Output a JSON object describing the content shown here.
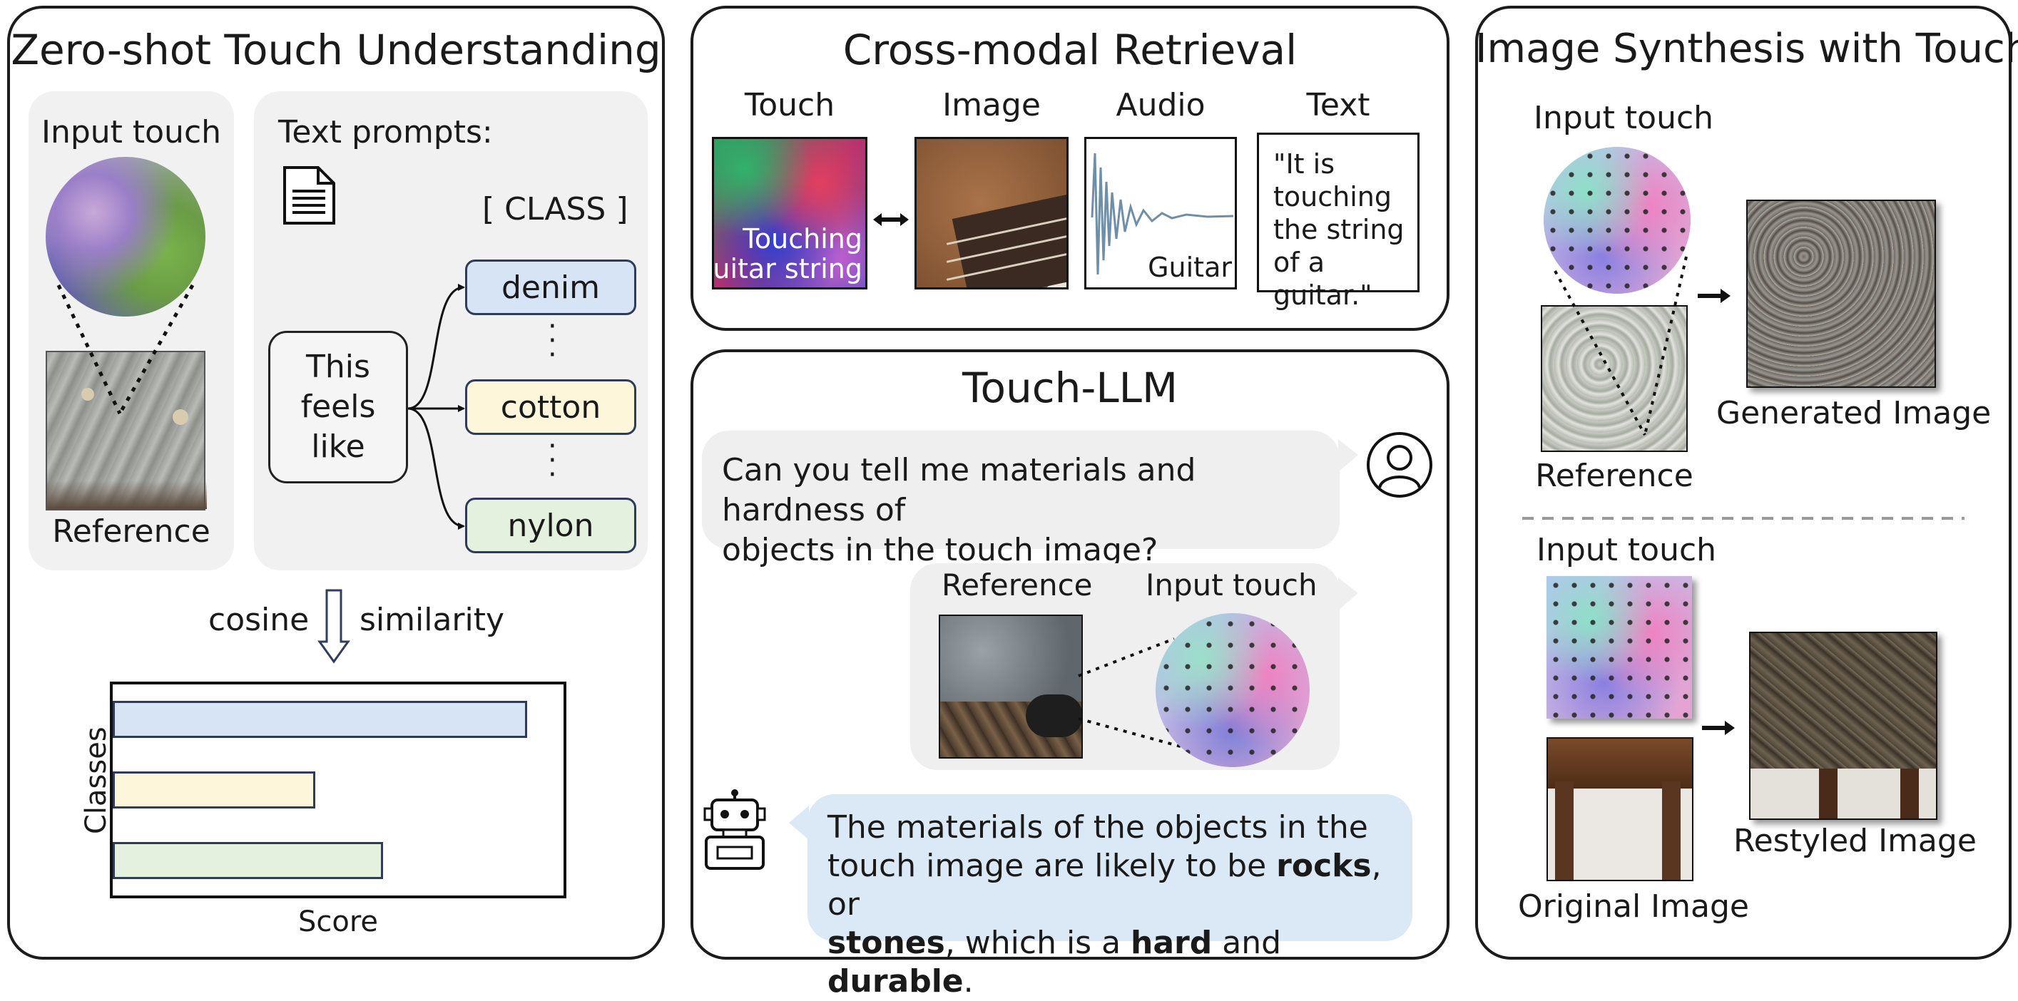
{
  "zero_shot": {
    "title": "Zero-shot Touch Understanding",
    "input_touch": "Input touch",
    "reference": "Reference",
    "text_prompts": "Text prompts:",
    "class_token": "[ CLASS ]",
    "prompt_text": "This feels like",
    "classes": [
      {
        "label": "denim",
        "color": "#d6e4f5"
      },
      {
        "label": "cotton",
        "color": "#fdf6da"
      },
      {
        "label": "nylon",
        "color": "#e5f1df"
      }
    ],
    "cosine_left": "cosine",
    "cosine_right": "similarity",
    "icons": [
      "document-icon",
      "down-arrow-icon",
      "vertical-ellipsis-icon"
    ]
  },
  "chart_data": {
    "type": "bar",
    "orientation": "horizontal",
    "categories": [
      "denim",
      "cotton",
      "nylon"
    ],
    "values": [
      0.92,
      0.45,
      0.6
    ],
    "colors": [
      "#d6e4f5",
      "#fdf6da",
      "#e5f1df"
    ],
    "xlabel": "Score",
    "ylabel": "Classes",
    "xlim": [
      0,
      1
    ]
  },
  "retrieval": {
    "title": "Cross-modal Retrieval",
    "touch": "Touch",
    "image": "Image",
    "audio": "Audio",
    "text": "Text",
    "touch_caption_1": "Touching",
    "touch_caption_2": "guitar string",
    "audio_caption": "Guitar",
    "text_card": [
      "\"It is",
      "touching",
      "the string",
      "of a guitar.\""
    ]
  },
  "llm": {
    "title": "Touch-LLM",
    "question_1": "Can you tell me materials and hardness of",
    "question_2": "objects in the touch image?",
    "reference": "Reference",
    "input_touch": "Input touch",
    "answer_1": "The materials of the objects in the",
    "answer_2a": "touch image are likely to be ",
    "answer_2b": "rocks",
    "answer_2c": ", or",
    "answer_3a": "stones",
    "answer_3b": ", which is a ",
    "answer_3c": "hard",
    "answer_3d": " and ",
    "answer_3e": "durable",
    "answer_3f": ".",
    "colors": {
      "user_bubble": "#efefef",
      "bot_bubble": "#dbe8f6"
    },
    "icons": [
      "user-icon",
      "robot-icon"
    ]
  },
  "synthesis": {
    "title": "Image Synthesis with Touch",
    "input_touch": "Input touch",
    "reference": "Reference",
    "generated": "Generated Image",
    "input_touch_2": "Input touch",
    "original": "Original Image",
    "restyled": "Restyled Image"
  }
}
